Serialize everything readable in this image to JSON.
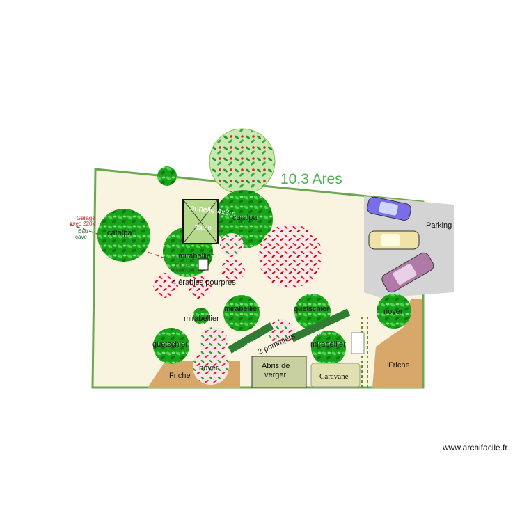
{
  "plan": {
    "area_label": "10,3 Ares",
    "parking_label": "Parking",
    "garage_label": "Garage\navec 220V",
    "water_cave_label": "Eau\ncave",
    "water_electric_label": "Eau +\nélectricité",
    "pergola_label": "Tonnelle 4x3m",
    "table_label": "Table",
    "hedge_labels": [
      "Haie 20m",
      "2 pommiers",
      "Haie 20m"
    ],
    "abri_label": "Abris de\nverger",
    "caravane_label": "Caravane",
    "friche_labels": [
      "Friche",
      "Friche"
    ],
    "trees": [
      {
        "label": "catalpa"
      },
      {
        "label": "catalpa"
      },
      {
        "label": "mirabellier"
      },
      {
        "label": "4 érables pourpres"
      },
      {
        "label": "mirabellier"
      },
      {
        "label": "mirabellier"
      },
      {
        "label": "quetschier"
      },
      {
        "label": "quetschier"
      },
      {
        "label": "mirabellier"
      },
      {
        "label": "noyer"
      },
      {
        "label": "noyer"
      }
    ]
  },
  "footer": {
    "credit": "www.archifacile.fr"
  },
  "colors": {
    "lawn": "#f8f4df",
    "border": "#6aa84f",
    "friche": "#d8a86a",
    "parking": "#d9d9d9",
    "tree_green": "#22b022",
    "maple_red": "#d83030",
    "hedge": "#2e7d32",
    "abri": "#c8d0a0",
    "caravane": "#e0e0b0"
  }
}
